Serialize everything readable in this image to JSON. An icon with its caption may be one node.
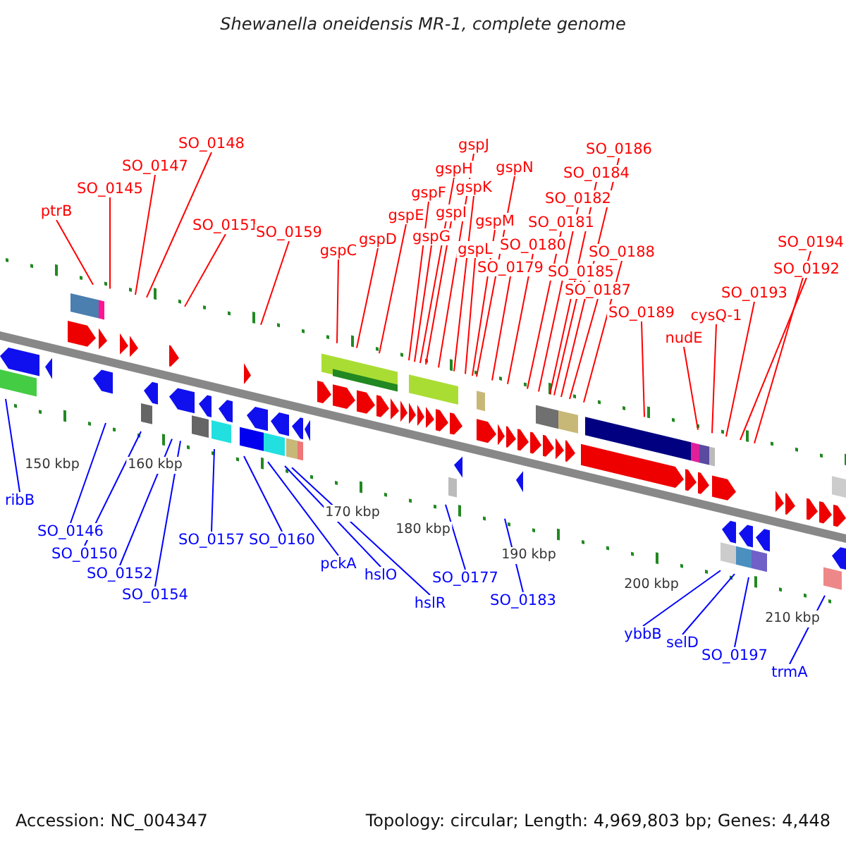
{
  "diagram": {
    "title": "Shewanella oneidensis MR-1, complete genome",
    "nodes": [
      {
        "text": [
          "ptrB"
        ]
      },
      {
        "text": [
          "SO_0145"
        ]
      },
      {
        "text": [
          "SO_0147"
        ]
      },
      {
        "text": [
          "SO_0148"
        ]
      },
      {
        "text": [
          "SO_0151"
        ]
      },
      {
        "text": [
          "SO_0159"
        ]
      },
      {
        "text": [
          "gspC"
        ]
      },
      {
        "text": [
          "gspD"
        ]
      },
      {
        "text": [
          "gspE"
        ]
      },
      {
        "text": [
          "gspF"
        ]
      },
      {
        "text": [
          "gspG"
        ]
      },
      {
        "text": [
          "gspH"
        ]
      },
      {
        "text": [
          "gspI"
        ]
      },
      {
        "text": [
          "gspJ"
        ]
      },
      {
        "text": [
          "gspK"
        ]
      },
      {
        "text": [
          "gspL"
        ]
      },
      {
        "text": [
          "gspM"
        ]
      },
      {
        "text": [
          "gspN"
        ]
      },
      {
        "text": [
          "SO_0179"
        ]
      },
      {
        "text": [
          "SO_0180"
        ]
      },
      {
        "text": [
          "SO_0181"
        ]
      },
      {
        "text": [
          "SO_0182"
        ]
      },
      {
        "text": [
          "SO_0184"
        ]
      },
      {
        "text": [
          "SO_0186"
        ]
      },
      {
        "text": [
          "SO_0185"
        ]
      },
      {
        "text": [
          "SO_0187"
        ]
      },
      {
        "text": [
          "SO_0188"
        ]
      },
      {
        "text": [
          "SO_0189"
        ]
      },
      {
        "text": [
          "nudE"
        ]
      },
      {
        "text": [
          "cysQ-1"
        ]
      },
      {
        "text": [
          "SO_0193"
        ]
      },
      {
        "text": [
          "SO_0192"
        ]
      },
      {
        "text": [
          "SO_0194"
        ]
      },
      {
        "text": [
          "ribB"
        ]
      },
      {
        "text": [
          "SO_0146"
        ]
      },
      {
        "text": [
          "SO_0150"
        ]
      },
      {
        "text": [
          "SO_0152"
        ]
      },
      {
        "text": [
          "SO_0154"
        ]
      },
      {
        "text": [
          "SO_0157"
        ]
      },
      {
        "text": [
          "SO_0160"
        ]
      },
      {
        "text": [
          "pckA"
        ]
      },
      {
        "text": [
          "hslO"
        ]
      },
      {
        "text": [
          "hslR"
        ]
      },
      {
        "text": [
          "SO_0177"
        ]
      },
      {
        "text": [
          "SO_0183"
        ]
      },
      {
        "text": [
          "ybbB"
        ]
      },
      {
        "text": [
          "selD"
        ]
      },
      {
        "text": [
          "SO_0197"
        ]
      },
      {
        "text": [
          "trmA"
        ]
      }
    ],
    "edges": [
      {
        "from": 0,
        "to": null,
        "arrow": "none"
      },
      {
        "from": 1,
        "to": null,
        "arrow": "none"
      },
      {
        "from": 2,
        "to": null,
        "arrow": "none"
      },
      {
        "from": 3,
        "to": null,
        "arrow": "none"
      },
      {
        "from": 4,
        "to": null,
        "arrow": "none"
      },
      {
        "from": 5,
        "to": null,
        "arrow": "none"
      },
      {
        "from": 6,
        "to": null,
        "arrow": "none"
      },
      {
        "from": 7,
        "to": null,
        "arrow": "none"
      },
      {
        "from": 8,
        "to": null,
        "arrow": "none"
      },
      {
        "from": 9,
        "to": null,
        "arrow": "none"
      },
      {
        "from": 10,
        "to": null,
        "arrow": "none"
      },
      {
        "from": 11,
        "to": null,
        "arrow": "none"
      },
      {
        "from": 12,
        "to": null,
        "arrow": "none"
      },
      {
        "from": 13,
        "to": null,
        "arrow": "none"
      },
      {
        "from": 14,
        "to": null,
        "arrow": "none"
      },
      {
        "from": 15,
        "to": null,
        "arrow": "none"
      },
      {
        "from": 16,
        "to": null,
        "arrow": "none"
      },
      {
        "from": 17,
        "to": null,
        "arrow": "none"
      },
      {
        "from": 18,
        "to": null,
        "arrow": "none"
      },
      {
        "from": 19,
        "to": null,
        "arrow": "none"
      },
      {
        "from": 20,
        "to": null,
        "arrow": "none"
      },
      {
        "from": 21,
        "to": null,
        "arrow": "none"
      },
      {
        "from": 22,
        "to": null,
        "arrow": "none"
      },
      {
        "from": 23,
        "to": null,
        "arrow": "none"
      },
      {
        "from": 24,
        "to": null,
        "arrow": "none"
      },
      {
        "from": 25,
        "to": null,
        "arrow": "none"
      },
      {
        "from": 26,
        "to": null,
        "arrow": "none"
      },
      {
        "from": 27,
        "to": null,
        "arrow": "none"
      },
      {
        "from": 28,
        "to": null,
        "arrow": "none"
      },
      {
        "from": 29,
        "to": null,
        "arrow": "none"
      },
      {
        "from": 30,
        "to": null,
        "arrow": "none"
      },
      {
        "from": 31,
        "to": null,
        "arrow": "none"
      },
      {
        "from": 32,
        "to": null,
        "arrow": "none"
      },
      {
        "from": 33,
        "to": null,
        "arrow": "none",
        "color": "#0000ff"
      },
      {
        "from": 34,
        "to": null,
        "arrow": "none",
        "color": "#0000ff"
      },
      {
        "from": 35,
        "to": null,
        "arrow": "none",
        "color": "#0000ff"
      },
      {
        "from": 36,
        "to": null,
        "arrow": "none",
        "color": "#0000ff"
      },
      {
        "from": 37,
        "to": null,
        "arrow": "none",
        "color": "#0000ff"
      },
      {
        "from": 38,
        "to": null,
        "arrow": "none",
        "color": "#0000ff"
      },
      {
        "from": 39,
        "to": null,
        "arrow": "none",
        "color": "#0000ff"
      },
      {
        "from": 40,
        "to": null,
        "arrow": "none",
        "color": "#0000ff"
      },
      {
        "from": 41,
        "to": null,
        "arrow": "none",
        "color": "#0000ff"
      },
      {
        "from": 42,
        "to": null,
        "arrow": "none",
        "color": "#0000ff"
      },
      {
        "from": 43,
        "to": null,
        "arrow": "none",
        "color": "#0000ff"
      },
      {
        "from": 44,
        "to": null,
        "arrow": "none",
        "color": "#0000ff"
      },
      {
        "from": 45,
        "to": null,
        "arrow": "none",
        "color": "#0000ff"
      },
      {
        "from": 46,
        "to": null,
        "arrow": "none",
        "color": "#0000ff"
      },
      {
        "from": 47,
        "to": null,
        "arrow": "none",
        "color": "#0000ff"
      },
      {
        "from": 48,
        "to": null,
        "arrow": "none",
        "color": "#0000ff"
      }
    ],
    "labels": [
      "150 kbp",
      "160 kbp",
      "170 kbp",
      "180 kbp",
      "190 kbp",
      "200 kbp",
      "210 kbp",
      "Accession: NC_004347",
      "Topology: circular; Length: 4,969,803 bp; Genes: 4,448"
    ]
  }
}
